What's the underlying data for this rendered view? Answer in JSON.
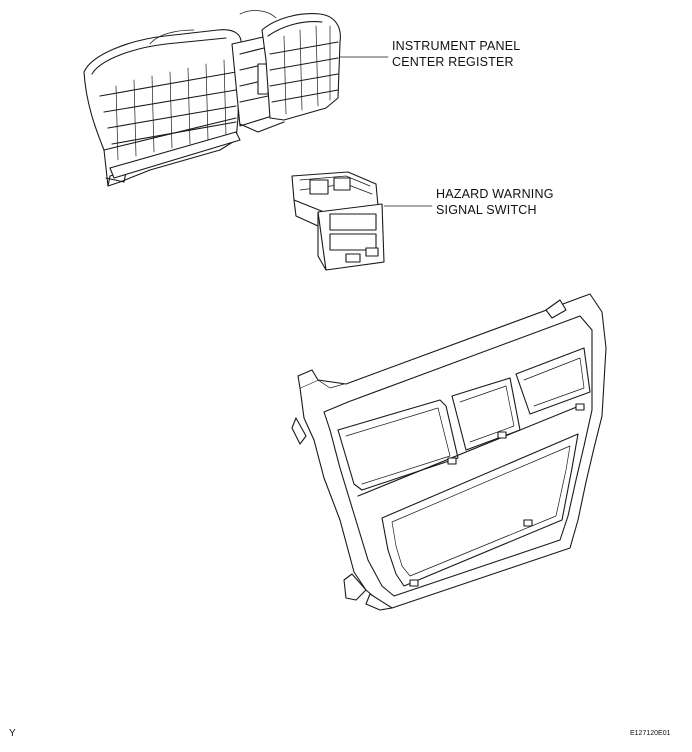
{
  "labels": {
    "center_register": [
      "INSTRUMENT PANEL",
      "CENTER REGISTER"
    ],
    "hazard_switch": [
      "HAZARD WARNING",
      "SIGNAL SWITCH"
    ]
  },
  "footer": {
    "left_mark": "Y",
    "figure_id": "E127120E01"
  }
}
